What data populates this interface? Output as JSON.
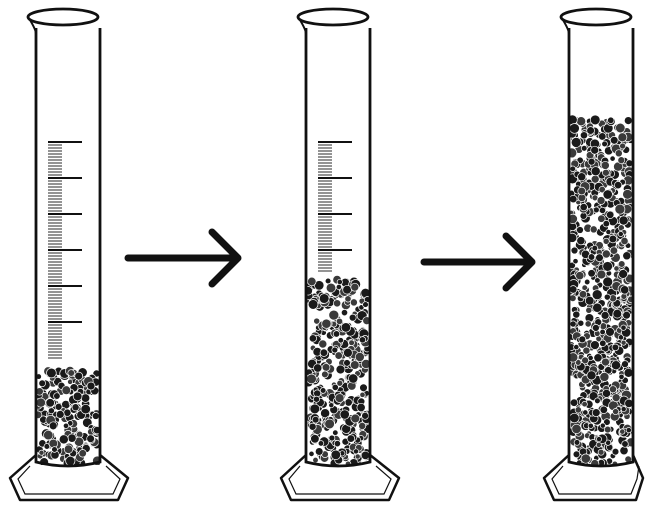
{
  "figure": {
    "description_colors": {
      "ink": "#111111",
      "fill": "#ffffff",
      "granule_dark": "#1a1a1a",
      "granule_light": "#3a3a3a"
    },
    "cylinders": [
      {
        "id": "cylinder-1",
        "fill_level": 0.22,
        "graduations_visible": true
      },
      {
        "id": "cylinder-2",
        "fill_level": 0.43,
        "graduations_visible": true
      },
      {
        "id": "cylinder-3",
        "fill_level": 0.8,
        "graduations_visible": false
      }
    ],
    "arrows": [
      {
        "id": "arrow-1",
        "direction": "right",
        "icon": "right-arrow-icon"
      },
      {
        "id": "arrow-2",
        "direction": "right",
        "icon": "right-arrow-icon"
      }
    ]
  }
}
